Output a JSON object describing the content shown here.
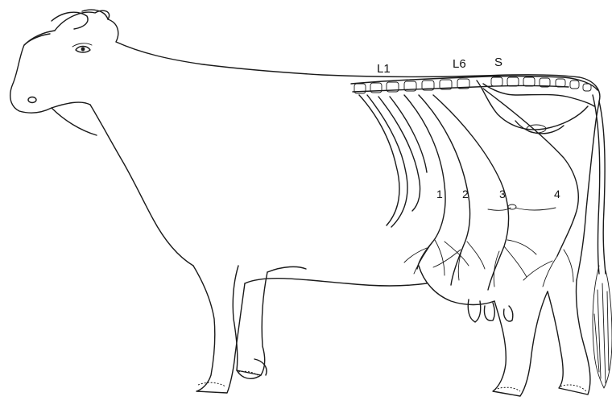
{
  "diagram": {
    "vertebra_labels": {
      "first_lumbar": "L1",
      "sixth_lumbar": "L6",
      "sacral": "S"
    },
    "nerve_labels": [
      "1",
      "2",
      "3",
      "4"
    ],
    "colors": {
      "ink": "#1a1a1a",
      "background": "#ffffff"
    }
  }
}
